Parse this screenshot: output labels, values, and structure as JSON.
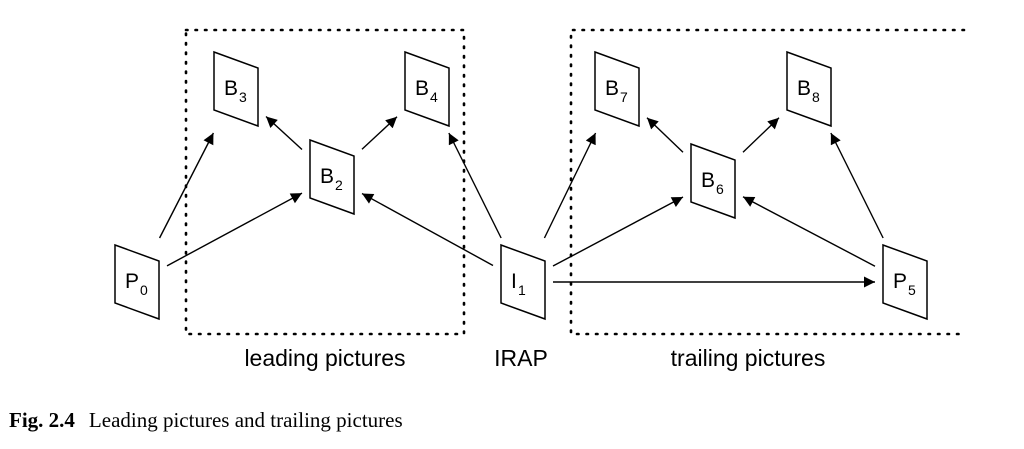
{
  "diagram": {
    "frames": [
      {
        "id": "P0",
        "letter": "P",
        "sub": "0"
      },
      {
        "id": "B3",
        "letter": "B",
        "sub": "3"
      },
      {
        "id": "B2",
        "letter": "B",
        "sub": "2"
      },
      {
        "id": "B4",
        "letter": "B",
        "sub": "4"
      },
      {
        "id": "I1",
        "letter": "I",
        "sub": "1"
      },
      {
        "id": "B7",
        "letter": "B",
        "sub": "7"
      },
      {
        "id": "B6",
        "letter": "B",
        "sub": "6"
      },
      {
        "id": "B8",
        "letter": "B",
        "sub": "8"
      },
      {
        "id": "P5",
        "letter": "P",
        "sub": "5"
      }
    ],
    "edges": [
      {
        "from": "P0",
        "to": "B3"
      },
      {
        "from": "P0",
        "to": "B2"
      },
      {
        "from": "B2",
        "to": "B3"
      },
      {
        "from": "B2",
        "to": "B4"
      },
      {
        "from": "I1",
        "to": "B4"
      },
      {
        "from": "I1",
        "to": "B2"
      },
      {
        "from": "I1",
        "to": "B7"
      },
      {
        "from": "I1",
        "to": "B6"
      },
      {
        "from": "I1",
        "to": "P5"
      },
      {
        "from": "B6",
        "to": "B7"
      },
      {
        "from": "B6",
        "to": "B8"
      },
      {
        "from": "P5",
        "to": "B6"
      },
      {
        "from": "P5",
        "to": "B8"
      }
    ],
    "labels": {
      "leading": "leading pictures",
      "irap": "IRAP",
      "trailing": "trailing pictures"
    }
  },
  "caption": {
    "number": "Fig. 2.4",
    "text": "Leading pictures and trailing pictures"
  }
}
